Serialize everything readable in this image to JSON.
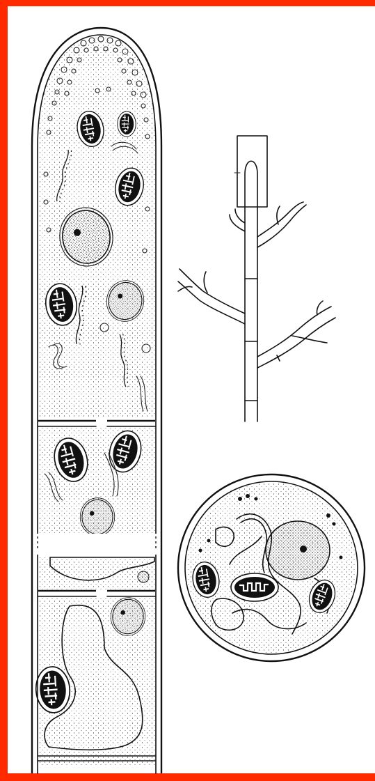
{
  "figure": {
    "frame_color": "#ff2a00",
    "ink_color": "#111111",
    "paper_color": "#ffffff",
    "panels": [
      {
        "id": "hyphal-tip",
        "description_icon": "hyphal-tip-cell-section"
      },
      {
        "id": "branched-mycelium",
        "description_icon": "branched-hypha-overview"
      },
      {
        "id": "hypha-cross-section",
        "description_icon": "circular-cross-section"
      }
    ]
  }
}
